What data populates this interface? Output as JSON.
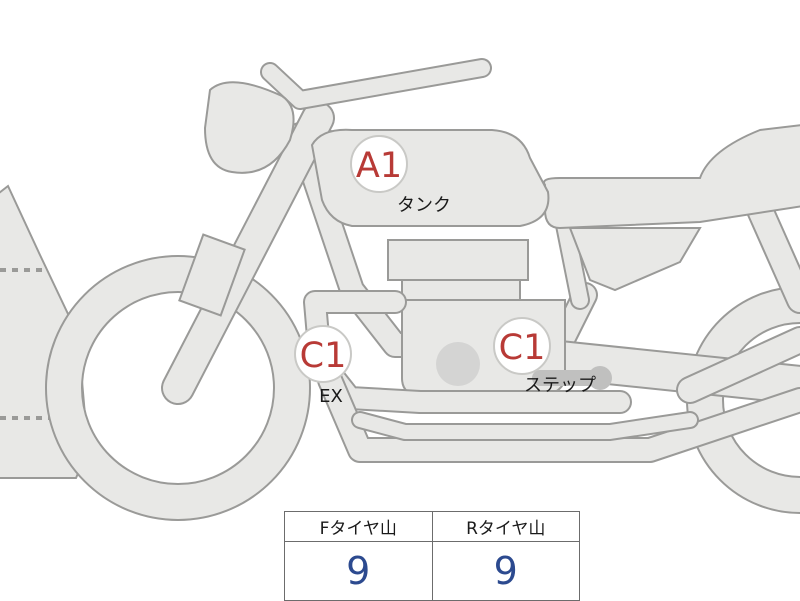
{
  "markers": [
    {
      "id": "tank",
      "code": "A1",
      "label": "タンク"
    },
    {
      "id": "exhaust",
      "code": "C1",
      "label": "EX"
    },
    {
      "id": "step",
      "code": "C1",
      "label": "ステップ"
    }
  ],
  "tire_table": {
    "headers": [
      "Fタイヤ山",
      "Rタイヤ山"
    ],
    "values": [
      "9",
      "9"
    ]
  }
}
